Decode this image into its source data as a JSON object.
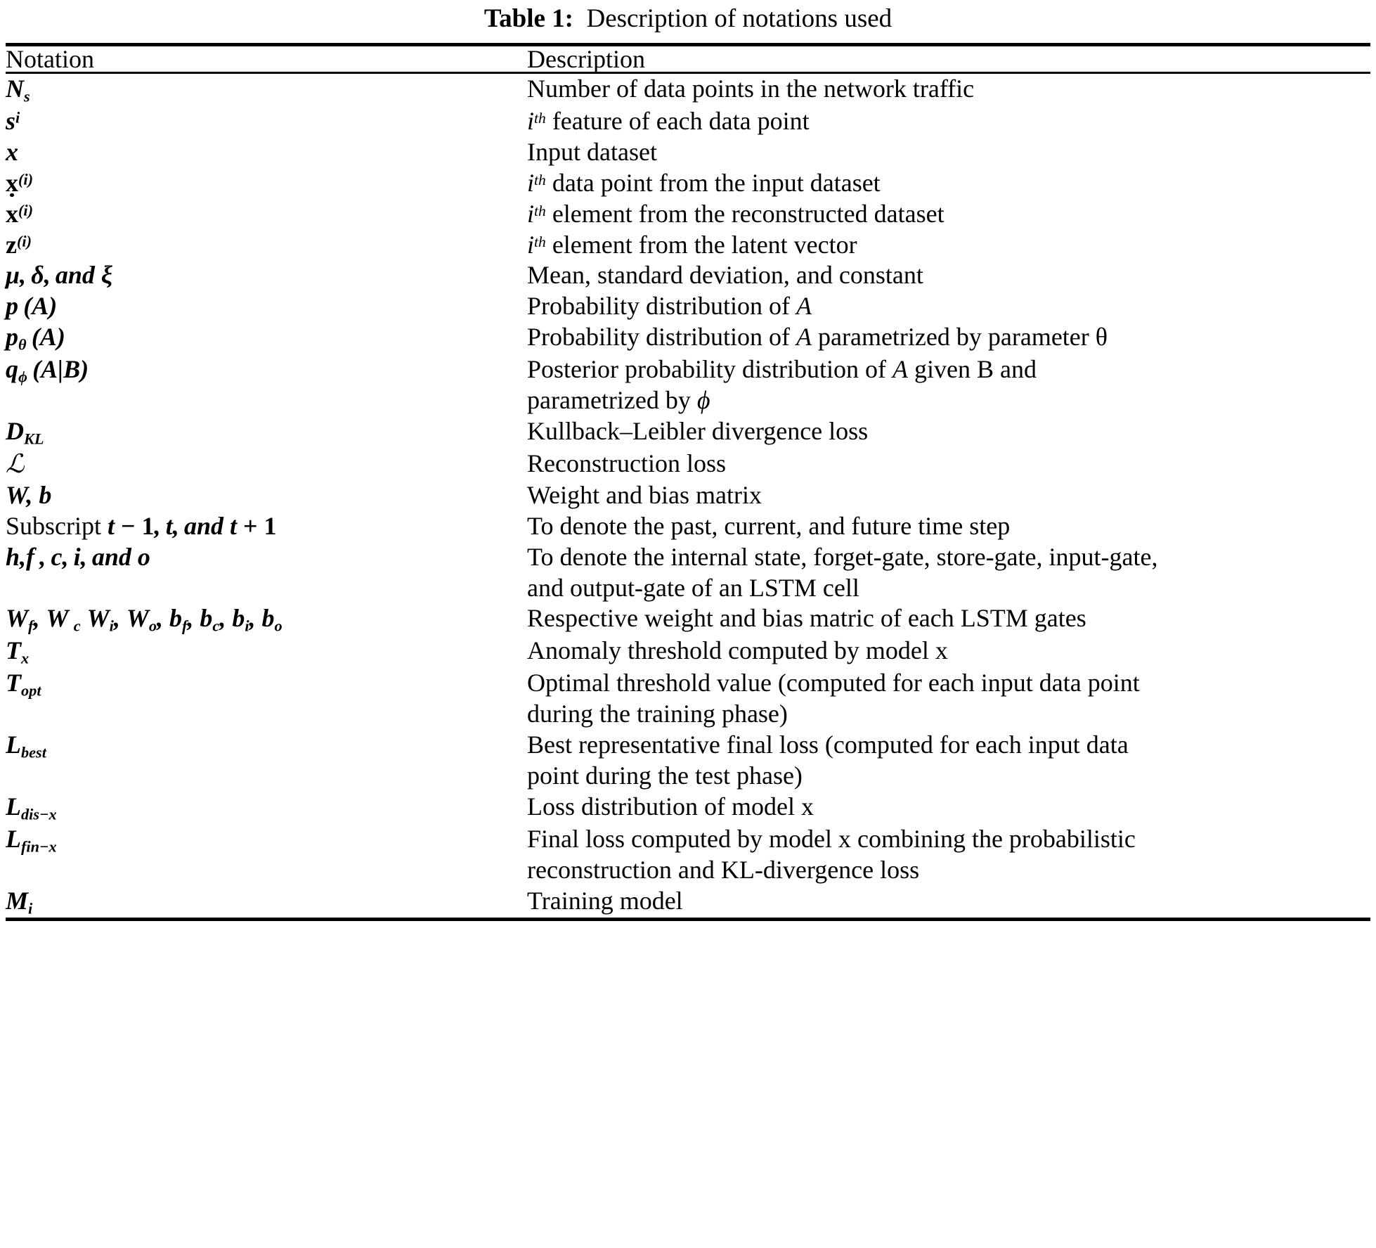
{
  "caption": {
    "label": "Table 1:",
    "text": "Description of notations used"
  },
  "columns": {
    "notation": "Notation",
    "description": "Description"
  },
  "rows": [
    {
      "notation_plain": "N_s",
      "description": "Number of data points in the network traffic"
    },
    {
      "notation_plain": "s^i",
      "description": "i^th feature of each data point"
    },
    {
      "notation_plain": "x",
      "description": "Input dataset"
    },
    {
      "notation_plain": "x^(i)",
      "description": "i^th data point from the input dataset"
    },
    {
      "notation_plain": "ẋ^(i)",
      "description": "i^th element from the reconstructed dataset"
    },
    {
      "notation_plain": "z^(i)",
      "description": "i^th element from the latent vector"
    },
    {
      "notation_plain": "μ, δ, and ξ",
      "description": "Mean, standard deviation, and constant"
    },
    {
      "notation_plain": "p (A)",
      "description": "Probability distribution of A"
    },
    {
      "notation_plain": "p_θ (A)",
      "description": "Probability distribution of A parametrized by parameter θ"
    },
    {
      "notation_plain": "q_φ (A|B)",
      "description": "Posterior probability distribution of A given B and parametrized by φ"
    },
    {
      "notation_plain": "D_KL",
      "description": "Kullback–Leibler divergence loss"
    },
    {
      "notation_plain": "L",
      "description": "Reconstruction loss"
    },
    {
      "notation_plain": "W, b",
      "description": "Weight and bias matrix"
    },
    {
      "notation_plain": "Subscript t − 1, t, and t + 1",
      "description": "To denote the past, current, and future time step"
    },
    {
      "notation_plain": "h, f, c, i, and o",
      "description": "To denote the internal state, forget-gate, store-gate, input-gate, and output-gate of an LSTM cell"
    },
    {
      "notation_plain": "W_f, W_c W_i, W_o, b_f, b_c, b_i, b_o",
      "description": "Respective weight and bias matric of each LSTM gates"
    },
    {
      "notation_plain": "T_x",
      "description": "Anomaly threshold computed by model x"
    },
    {
      "notation_plain": "T_opt",
      "description": "Optimal threshold value (computed for each input data point during the training phase)"
    },
    {
      "notation_plain": "L_best",
      "description": "Best representative final loss (computed for each input data point during the test phase)"
    },
    {
      "notation_plain": "L_dis−x",
      "description": "Loss distribution of model x"
    },
    {
      "notation_plain": "L_fin−x",
      "description": "Final loss computed by model x combining the probabilistic reconstruction and KL-divergence loss"
    },
    {
      "notation_plain": "M_i",
      "description": "Training model"
    }
  ]
}
